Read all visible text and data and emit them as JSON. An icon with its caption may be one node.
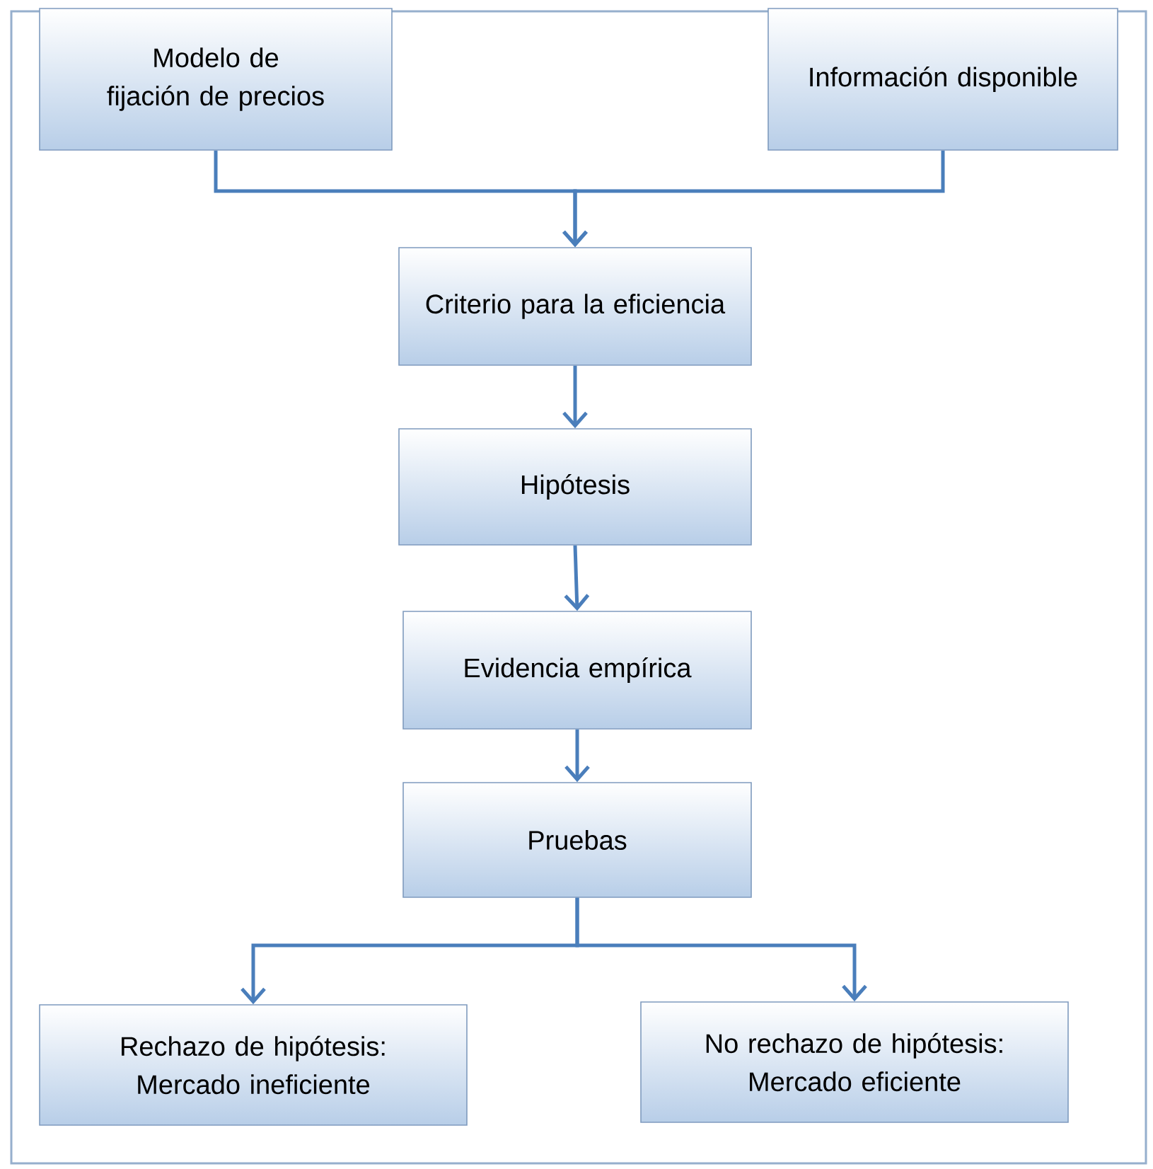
{
  "diagram": {
    "nodes": [
      {
        "text": [
          "Modelo de fijación de precios"
        ]
      },
      {
        "text": [
          "Información disponible"
        ]
      },
      {
        "text": [
          "Criterio para la eficiencia"
        ]
      },
      {
        "text": [
          "Hipótesis"
        ]
      },
      {
        "text": [
          "Evidencia empírica"
        ]
      },
      {
        "text": [
          "Pruebas"
        ]
      },
      {
        "text": [
          "Rechazo de hipótesis: Mercado ineficiente"
        ]
      },
      {
        "text": [
          "No rechazo de hipótesis: Mercado eficiente"
        ]
      }
    ],
    "edges": [
      {
        "from": 0,
        "to": 2,
        "arrow": "to"
      },
      {
        "from": 1,
        "to": 2,
        "arrow": "to"
      },
      {
        "from": 2,
        "to": 3,
        "arrow": "to"
      },
      {
        "from": 3,
        "to": 4,
        "arrow": "to"
      },
      {
        "from": 4,
        "to": 5,
        "arrow": "to"
      },
      {
        "from": 5,
        "to": 6,
        "arrow": "to"
      },
      {
        "from": 5,
        "to": 7,
        "arrow": "to"
      }
    ]
  }
}
